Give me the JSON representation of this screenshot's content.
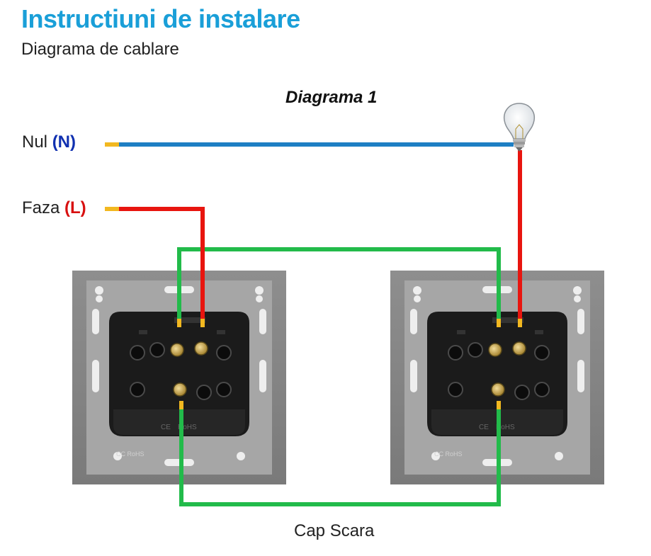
{
  "header": {
    "title": "Instructiuni de instalare",
    "subtitle": "Diagrama de cablare"
  },
  "diagram": {
    "title": "Diagrama 1",
    "neutral": {
      "label": "Nul",
      "code": "(N)"
    },
    "phase": {
      "label": "Faza",
      "code": "(L)"
    },
    "caption": "Cap Scara",
    "switch_markings": [
      "CE",
      "RoHS",
      "CC RoHS"
    ],
    "colors": {
      "neutral_wire": "#1e7fc4",
      "phase_wire": "#e8150f",
      "traveller_wire": "#22bb4a",
      "title_blue": "#1a9fd8",
      "plate_grey": "#9a9a9a",
      "module_black": "#1b1b1b"
    },
    "icons": [
      "light-bulb-icon",
      "wall-switch-icon"
    ]
  }
}
